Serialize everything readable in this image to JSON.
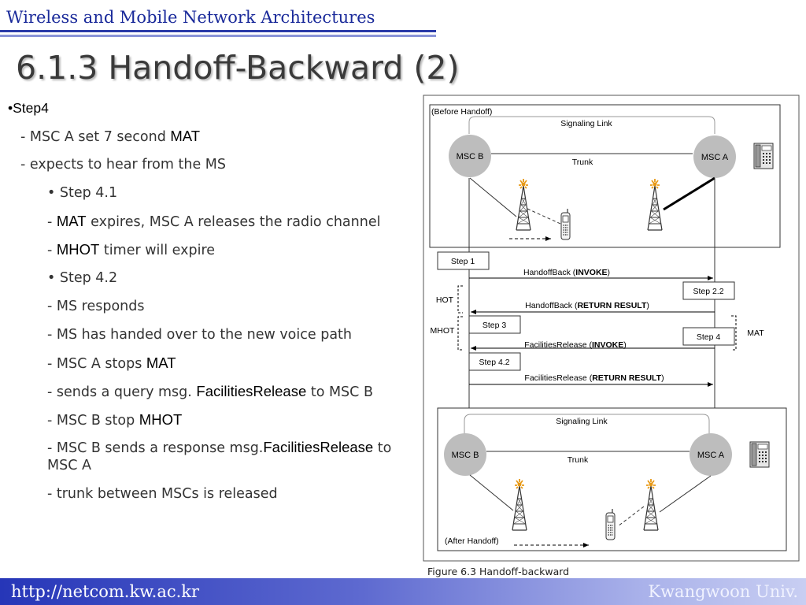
{
  "header": {
    "course_title": "Wireless and Mobile Network Architectures"
  },
  "slide": {
    "title": "6.1.3 Handoff-Backward (2)"
  },
  "bullets": {
    "b1": "•Step4",
    "b2_pre": "- MSC A set 7 second ",
    "b2_hl": "MAT",
    "b3": "- expects to hear from the MS",
    "b4": "• Step 4.1",
    "b5_pre": "- ",
    "b5_hl": "MAT",
    "b5_post": " expires, MSC A releases the radio channel",
    "b6_pre": "- ",
    "b6_hl": "MHOT",
    "b6_post": " timer will expire",
    "b7": "• Step 4.2",
    "b8": "- MS responds",
    "b9": "- MS has handed over to the new voice path",
    "b10_pre": "- MSC A stops ",
    "b10_hl": "MAT",
    "b11_pre": "- sends a query msg. ",
    "b11_hl": "FacilitiesRelease",
    "b11_post": " to MSC B",
    "b12_pre": "- MSC B stop ",
    "b12_hl": "MHOT",
    "b13_pre": "- MSC B sends a response msg.",
    "b13_hl": "FacilitiesRelease",
    "b13_post": " to MSC A",
    "b14": "- trunk between MSCs is released"
  },
  "figure": {
    "before_label": "(Before Handoff)",
    "after_label": "(After Handoff)",
    "signaling_link": "Signaling Link",
    "trunk": "Trunk",
    "msc_b": "MSC B",
    "msc_a": "MSC A",
    "steps": {
      "step1": "Step 1",
      "step22": "Step 2.2",
      "step3": "Step 3",
      "step4": "Step 4",
      "step42": "Step 4.2"
    },
    "timers": {
      "hot": "HOT",
      "mhot": "MHOT",
      "mat": "MAT"
    },
    "messages": {
      "m1_pre": "HandoffBack (",
      "m1_bold": "INVOKE",
      "m1_post": ")",
      "m2_pre": "HandoffBack (",
      "m2_bold": "RETURN RESULT",
      "m2_post": ")",
      "m3_pre": "FacilitiesRelease (",
      "m3_bold": "INVOKE",
      "m3_post": ")",
      "m4_pre": "FacilitiesRelease (",
      "m4_bold": "RETURN RESULT",
      "m4_post": ")"
    },
    "caption": "Figure 6.3  Handoff-backward"
  },
  "footer": {
    "url": "http://netcom.kw.ac.kr",
    "university": "Kwangwoon Univ."
  },
  "colors": {
    "header_blue": "#1a2a9a",
    "footer_start": "#2636b8",
    "footer_end": "#c8cef2",
    "msc_gray": "#bdbdbd",
    "tower_orange": "#e89a18"
  }
}
